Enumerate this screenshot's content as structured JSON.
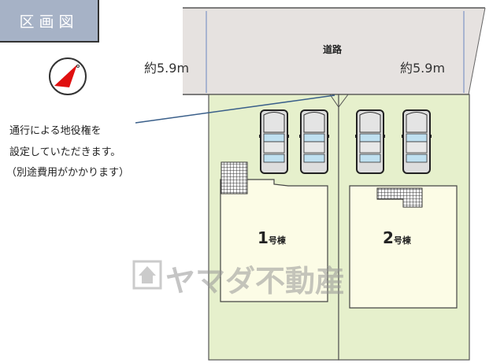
{
  "title": "区画図",
  "road_label": "道路",
  "dimension_left": "約5.9m",
  "dimension_right": "約5.9m",
  "note_lines": [
    "通行による地役権を",
    "設定していただきます。",
    "（別途費用がかかります）"
  ],
  "building1": {
    "number": "1",
    "suffix": "号棟"
  },
  "building2": {
    "number": "2",
    "suffix": "号棟"
  },
  "watermark": "ヤマダ不動産",
  "colors": {
    "lot": "#e6f0cc",
    "building": "#fcfce6",
    "road": "#e6e2e0",
    "compass": "#e01010",
    "title_bg": "#a6b2c6"
  }
}
